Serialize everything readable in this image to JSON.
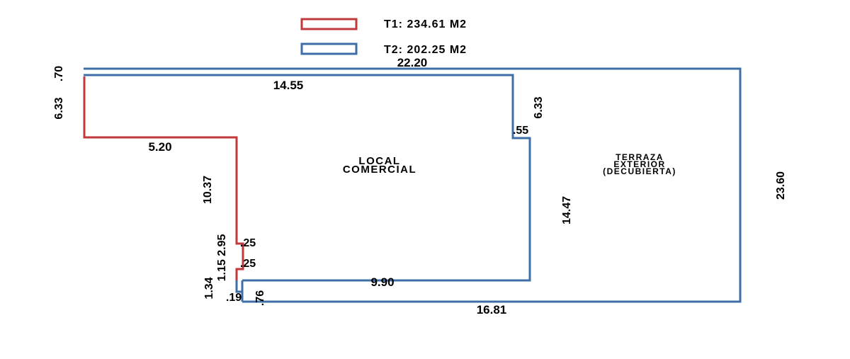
{
  "legend": {
    "t1": {
      "label": "T1: 234.61 M2",
      "color": "#c0393b"
    },
    "t2": {
      "label": "T2: 202.25 M2",
      "color": "#3d6fa6"
    }
  },
  "rooms": {
    "local_line1": "LOCAL",
    "local_line2": "COMERCIAL",
    "terraza_line1": "TERRAZA",
    "terraza_line2": "EXTERIOR",
    "terraza_line3": "(DECUBIERTA)"
  },
  "dimensions": {
    "top_outer": "22.20",
    "top_inner": "14.55",
    "left_top_offset": ".70",
    "left_upper": "6.33",
    "right_inner_upper": "6.33",
    "step_right": ".55",
    "middle_horizontal": "5.20",
    "left_middle": "10.37",
    "right_inner_lower": "14.47",
    "outer_right": "23.60",
    "notch_top": ".25",
    "notch_stack": "1.15 2.95",
    "notch_bottom": ".25",
    "bottom_inner": "9.90",
    "bottom_left_vertical": "1.34",
    "bottom_left_small": ".19",
    "bottom_left_tiny": ".76",
    "bottom_outer": "16.81"
  }
}
